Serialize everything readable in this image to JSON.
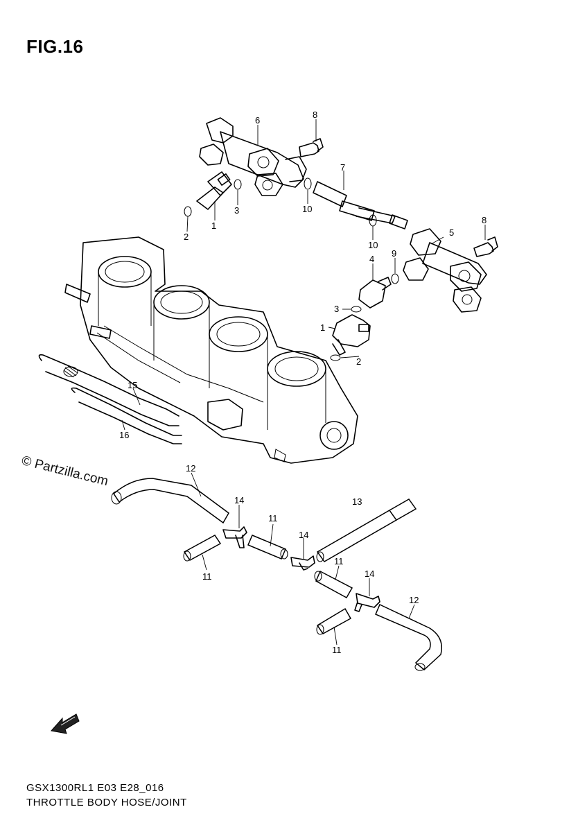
{
  "figure": {
    "title": "FIG.16",
    "watermark": "© Partzilla.com",
    "model_code": "GSX1300RL1 E03 E28_016",
    "section_title": "THROTTLE BODY HOSE/JOINT"
  },
  "callouts": [
    {
      "id": "c-1a",
      "label": "1"
    },
    {
      "id": "c-2a",
      "label": "2"
    },
    {
      "id": "c-3a",
      "label": "3"
    },
    {
      "id": "c-6",
      "label": "6"
    },
    {
      "id": "c-8a",
      "label": "8"
    },
    {
      "id": "c-7",
      "label": "7"
    },
    {
      "id": "c-10a",
      "label": "10"
    },
    {
      "id": "c-10b",
      "label": "10"
    },
    {
      "id": "c-5",
      "label": "5"
    },
    {
      "id": "c-8b",
      "label": "8"
    },
    {
      "id": "c-9",
      "label": "9"
    },
    {
      "id": "c-4",
      "label": "4"
    },
    {
      "id": "c-3b",
      "label": "3"
    },
    {
      "id": "c-1b",
      "label": "1"
    },
    {
      "id": "c-2b",
      "label": "2"
    },
    {
      "id": "c-15",
      "label": "15"
    },
    {
      "id": "c-16",
      "label": "16"
    },
    {
      "id": "c-12a",
      "label": "12"
    },
    {
      "id": "c-14a",
      "label": "14"
    },
    {
      "id": "c-11a",
      "label": "11"
    },
    {
      "id": "c-13",
      "label": "13"
    },
    {
      "id": "c-14b",
      "label": "14"
    },
    {
      "id": "c-11b",
      "label": "11"
    },
    {
      "id": "c-11c",
      "label": "11"
    },
    {
      "id": "c-14c",
      "label": "14"
    },
    {
      "id": "c-12b",
      "label": "12"
    },
    {
      "id": "c-11d",
      "label": "11"
    }
  ],
  "icons": {
    "forward_arrow": "fwd-arrow-icon"
  }
}
